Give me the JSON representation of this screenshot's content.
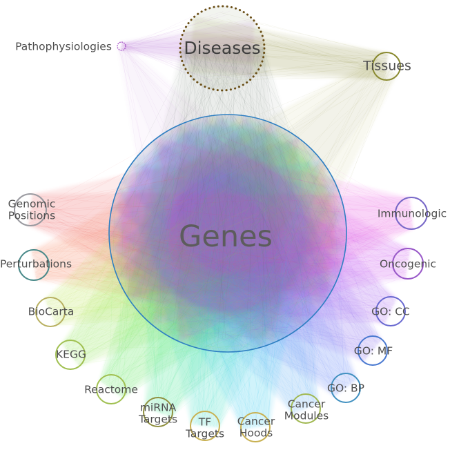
{
  "colors": {
    "background": "#ffffff",
    "label_text": "#4e4e4e",
    "genes_ring": "#2e7fc2",
    "diseases_ring": "#6b4f17"
  },
  "nodes": [
    {
      "id": "pathophysiologies",
      "label": "Pathophysiologies",
      "ring": "#a855c8",
      "fan": "#b05fd0"
    },
    {
      "id": "diseases",
      "label": "Diseases",
      "ring": "#6b4f17",
      "fan": "#5f6e62"
    },
    {
      "id": "tissues",
      "label": "Tissues",
      "ring": "#8a8a30",
      "fan": "#8a8a30"
    },
    {
      "id": "genes",
      "label": "Genes",
      "ring": "#2e7fc2",
      "fan": "#9aa0b0"
    },
    {
      "id": "genomic_positions",
      "label": "Genomic Positions",
      "ring": "#9a9aa0",
      "fan": "#ef5350"
    },
    {
      "id": "perturbations",
      "label": "Perturbations",
      "ring": "#4a8a8a",
      "fan": "#f4774a"
    },
    {
      "id": "biocarta",
      "label": "BioCarta",
      "ring": "#b8b060",
      "fan": "#b4e03c"
    },
    {
      "id": "kegg",
      "label": "KEGG",
      "ring": "#a0c050",
      "fan": "#84e03c"
    },
    {
      "id": "reactome",
      "label": "Reactome",
      "ring": "#a0c050",
      "fan": "#3ce03c"
    },
    {
      "id": "mirna_targets",
      "label": "miRNA Targets",
      "ring": "#909040",
      "fan": "#2ce080"
    },
    {
      "id": "tf_targets",
      "label": "TF Targets",
      "ring": "#c8b050",
      "fan": "#2cd8c0"
    },
    {
      "id": "cancer_hoods",
      "label": "Cancer Hoods",
      "ring": "#c8b050",
      "fan": "#2cc4ec"
    },
    {
      "id": "cancer_modules",
      "label": "Cancer Modules",
      "ring": "#a0b850",
      "fan": "#46a6f2"
    },
    {
      "id": "go_bp",
      "label": "GO: BP",
      "ring": "#4090c0",
      "fan": "#5577f5"
    },
    {
      "id": "go_mf",
      "label": "GO: MF",
      "ring": "#4878d0",
      "fan": "#7a5af0"
    },
    {
      "id": "go_cc",
      "label": "GO: CC",
      "ring": "#6868d0",
      "fan": "#9e4ef0"
    },
    {
      "id": "oncogenic",
      "label": "Oncogenic",
      "ring": "#9858c8",
      "fan": "#c63ef0"
    },
    {
      "id": "immunologic",
      "label": "Immunologic",
      "ring": "#7868c8",
      "fan": "#e83ad8"
    }
  ],
  "edges": [
    {
      "source": "genomic_positions",
      "target": "genes"
    },
    {
      "source": "perturbations",
      "target": "genes"
    },
    {
      "source": "biocarta",
      "target": "genes"
    },
    {
      "source": "kegg",
      "target": "genes"
    },
    {
      "source": "reactome",
      "target": "genes"
    },
    {
      "source": "mirna_targets",
      "target": "genes"
    },
    {
      "source": "tf_targets",
      "target": "genes"
    },
    {
      "source": "cancer_hoods",
      "target": "genes"
    },
    {
      "source": "cancer_modules",
      "target": "genes"
    },
    {
      "source": "go_bp",
      "target": "genes"
    },
    {
      "source": "go_mf",
      "target": "genes"
    },
    {
      "source": "go_cc",
      "target": "genes"
    },
    {
      "source": "oncogenic",
      "target": "genes"
    },
    {
      "source": "immunologic",
      "target": "genes"
    },
    {
      "source": "tissues",
      "target": "genes"
    },
    {
      "source": "pathophysiologies",
      "target": "genes"
    },
    {
      "source": "pathophysiologies",
      "target": "diseases"
    },
    {
      "source": "tissues",
      "target": "diseases"
    },
    {
      "source": "diseases",
      "target": "genes"
    }
  ]
}
